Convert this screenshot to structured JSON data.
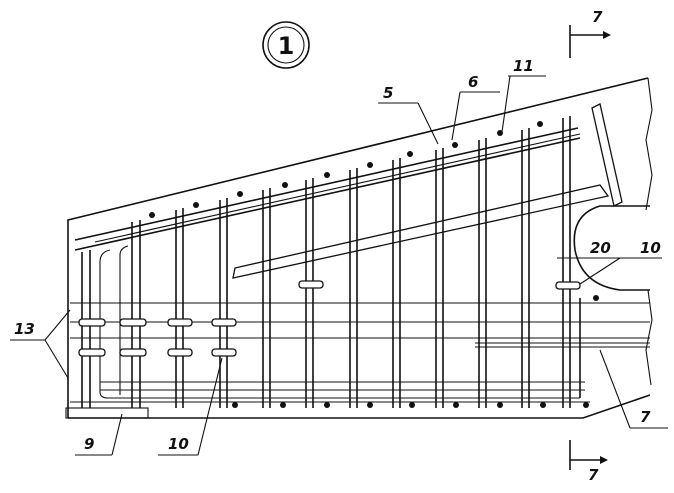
{
  "detail": {
    "number": "1"
  },
  "section_marks": {
    "top": "7",
    "bottom": "7"
  },
  "callouts": {
    "c5": "5",
    "c6": "6",
    "c11": "11",
    "c20": "20",
    "c10_right": "10",
    "c13": "13",
    "c9": "9",
    "c10_bottom": "10",
    "c7": "7"
  },
  "colors": {
    "ink": "#111111",
    "paper": "#ffffff"
  }
}
